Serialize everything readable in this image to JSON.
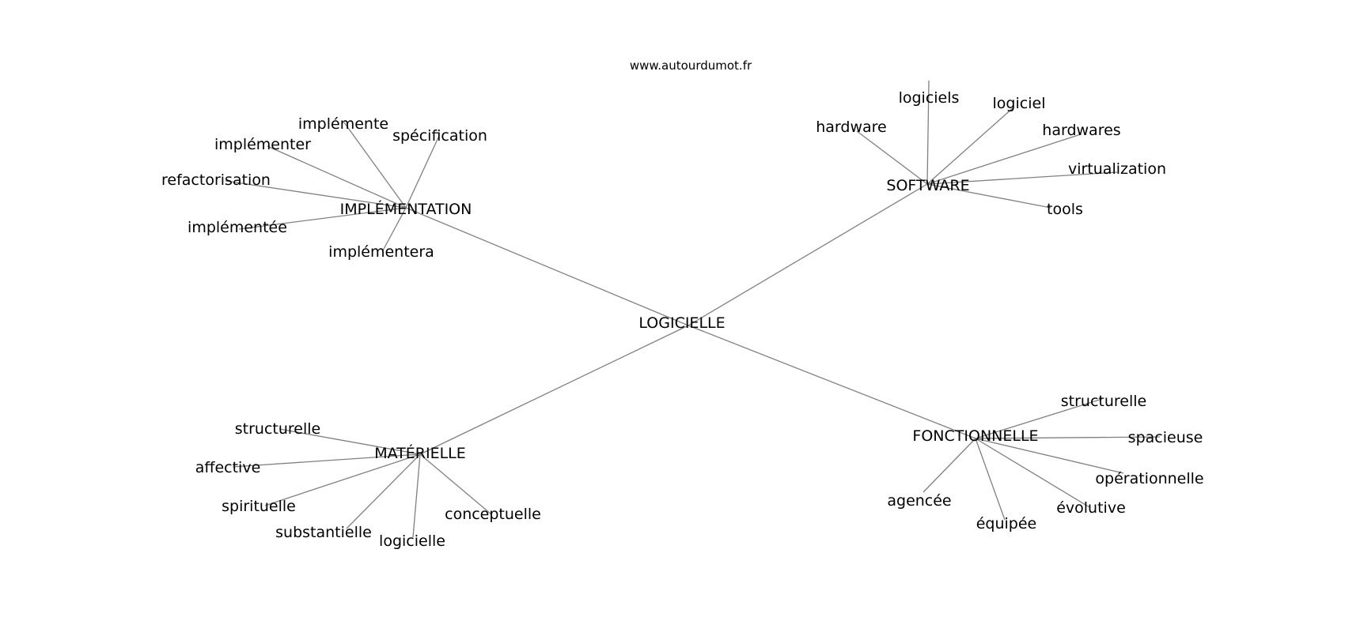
{
  "source_url": "www.autourdumot.fr",
  "center": "LOGICIELLE",
  "clusters": [
    {
      "label": "IMPLÉMENTATION",
      "leaves": [
        "implémente",
        "spécification",
        "implémenter",
        "refactorisation",
        "implémentée",
        "implémentera"
      ]
    },
    {
      "label": "SOFTWARE",
      "leaves": [
        "hardware",
        "logiciels",
        "logiciel",
        "hardwares",
        "virtualization",
        "tools"
      ]
    },
    {
      "label": "MATÉRIELLE",
      "leaves": [
        "structurelle",
        "affective",
        "spirituelle",
        "substantielle",
        "logicielle",
        "conceptuelle"
      ]
    },
    {
      "label": "FONCTIONNELLE",
      "leaves": [
        "structurelle",
        "spacieuse",
        "opérationnelle",
        "agencée",
        "équipée",
        "évolutive"
      ]
    }
  ]
}
